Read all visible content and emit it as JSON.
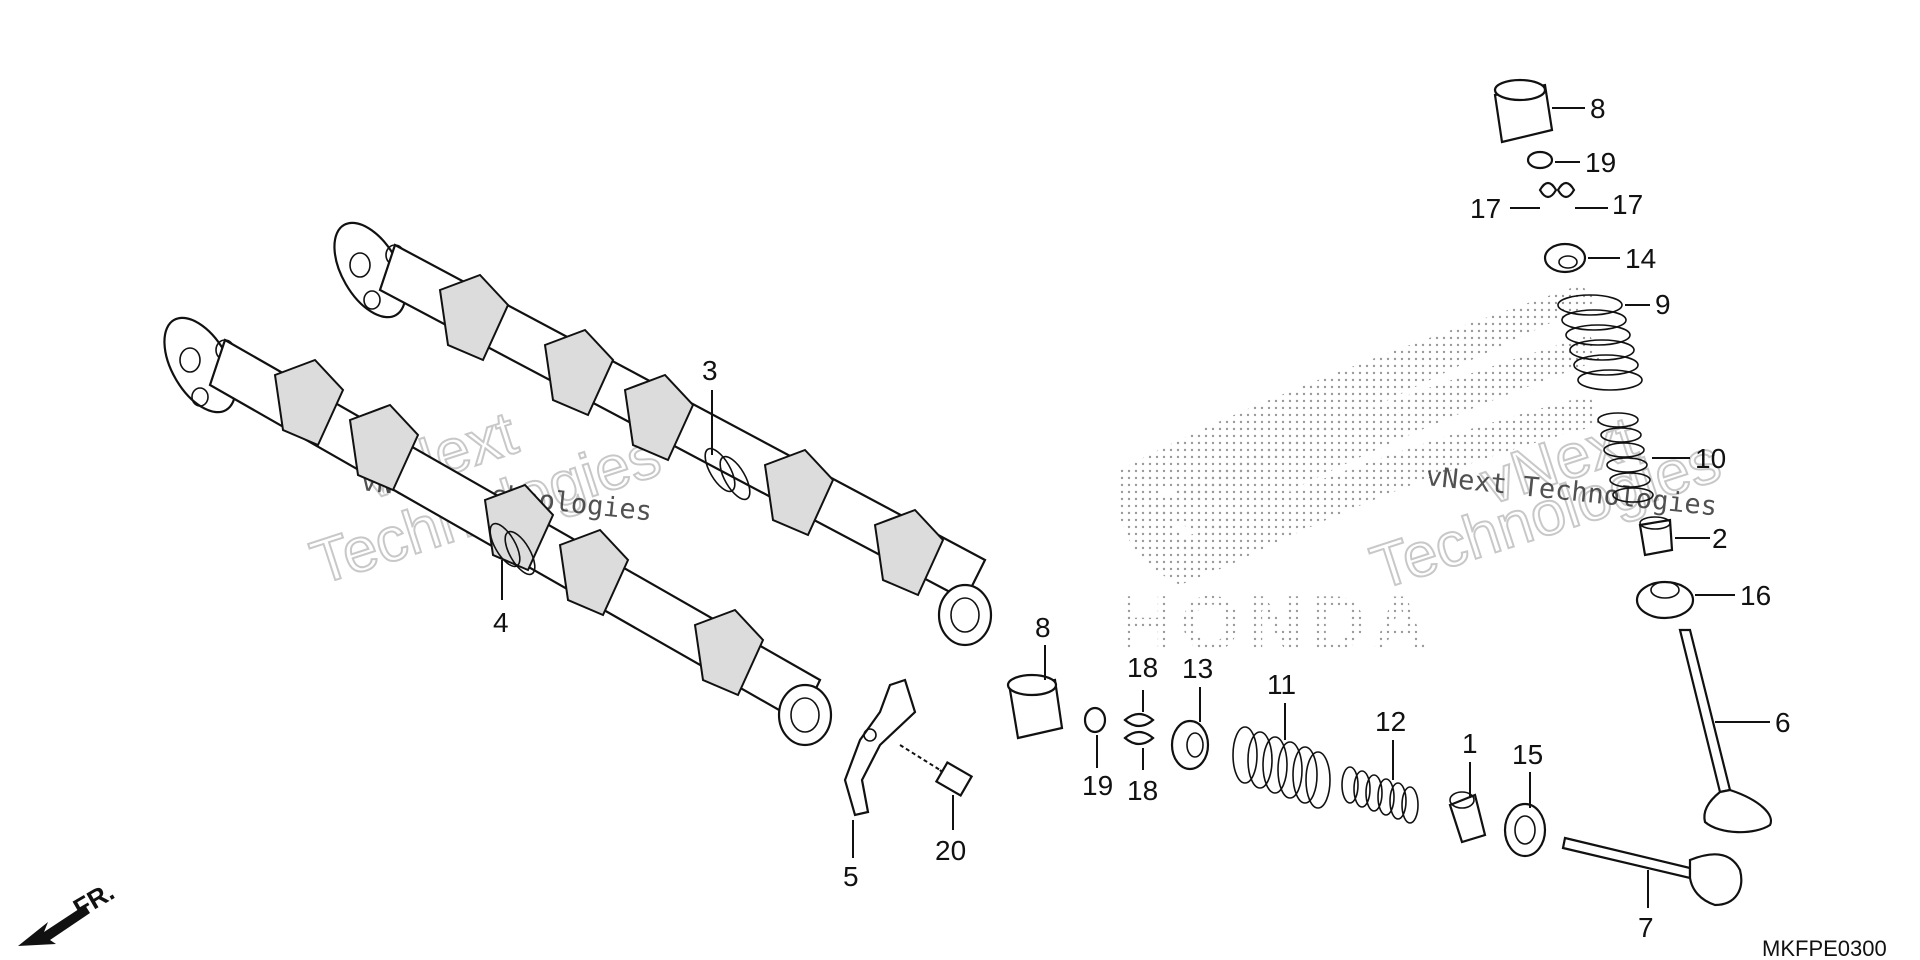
{
  "diagram": {
    "part_code": "MKFPE0300",
    "front_marker": "FR.",
    "brand_mark": "HONDA",
    "watermark": {
      "line1": "vNext Technologies",
      "big1": "vNext",
      "big2": "Technologies"
    },
    "callouts": {
      "c1": "1",
      "c2": "2",
      "c3": "3",
      "c4": "4",
      "c5": "5",
      "c6": "6",
      "c7": "7",
      "c8a": "8",
      "c8b": "8",
      "c9": "9",
      "c10": "10",
      "c11": "11",
      "c12": "12",
      "c13": "13",
      "c14": "14",
      "c15": "15",
      "c16": "16",
      "c17a": "17",
      "c17b": "17",
      "c18a": "18",
      "c18b": "18",
      "c19a": "19",
      "c19b": "19",
      "c20": "20"
    }
  }
}
